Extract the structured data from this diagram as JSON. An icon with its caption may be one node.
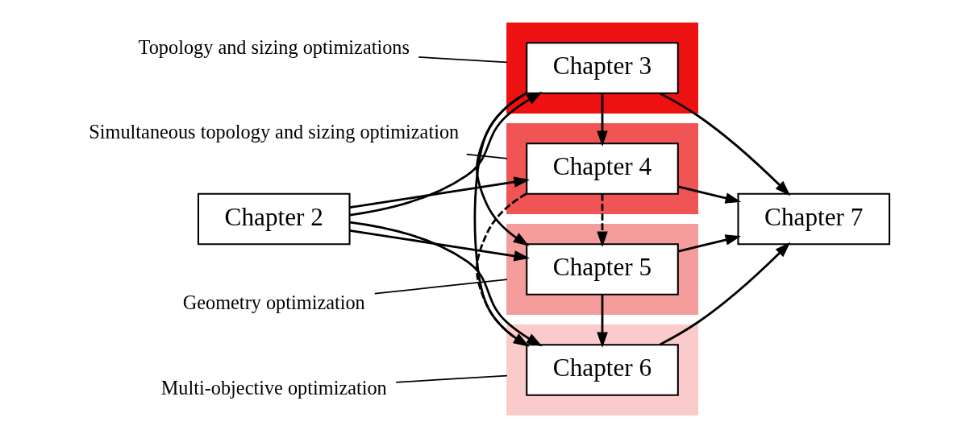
{
  "diagram": {
    "nodes": [
      {
        "text": [
          "Topology and sizing optimizations"
        ]
      },
      {
        "text": [],
        "shape": "box"
      },
      {
        "text": [
          "Chapter 3"
        ],
        "in": 1
      },
      {
        "text": [
          "Simultaneous topology and sizing optimization"
        ]
      },
      {
        "text": [],
        "shape": "box"
      },
      {
        "text": [
          "Chapter 4"
        ],
        "in": 4
      },
      {
        "text": [
          "Chapter 2"
        ]
      },
      {
        "text": [
          "Chapter 7"
        ]
      },
      {
        "text": [],
        "shape": "box"
      },
      {
        "text": [
          "Chapter 5"
        ],
        "in": 8
      },
      {
        "text": [
          "Geometry optimization"
        ]
      },
      {
        "text": [],
        "shape": "box"
      },
      {
        "text": [
          "Chapter 6"
        ],
        "in": 11
      },
      {
        "text": [
          "Multi-objective optimization"
        ]
      }
    ],
    "edges": [
      {
        "from": 6,
        "to": 2,
        "arrow": "to"
      },
      {
        "from": 6,
        "to": 5,
        "arrow": "to"
      },
      {
        "from": 6,
        "to": 9,
        "arrow": "to"
      },
      {
        "from": 6,
        "to": 12,
        "arrow": "to"
      },
      {
        "from": 2,
        "to": 5,
        "arrow": "to"
      },
      {
        "from": 2,
        "to": 9,
        "arrow": "to"
      },
      {
        "from": 2,
        "to": 12,
        "arrow": "to"
      },
      {
        "from": 5,
        "to": 9,
        "arrow": "to",
        "style": "dashed"
      },
      {
        "from": 5,
        "to": 12,
        "arrow": "to",
        "style": "dashed"
      },
      {
        "from": 9,
        "to": 12,
        "arrow": "to"
      },
      {
        "from": 2,
        "to": 7,
        "arrow": "to"
      },
      {
        "from": 5,
        "to": 7,
        "arrow": "to"
      },
      {
        "from": 9,
        "to": 7,
        "arrow": "to"
      },
      {
        "from": 12,
        "to": 7,
        "arrow": "to"
      },
      {
        "from": 0,
        "to": 1,
        "arrow": "none"
      },
      {
        "from": 3,
        "to": 4,
        "arrow": "none"
      },
      {
        "from": 10,
        "to": 8,
        "arrow": "none"
      },
      {
        "from": 13,
        "to": 11,
        "arrow": "none"
      }
    ]
  }
}
